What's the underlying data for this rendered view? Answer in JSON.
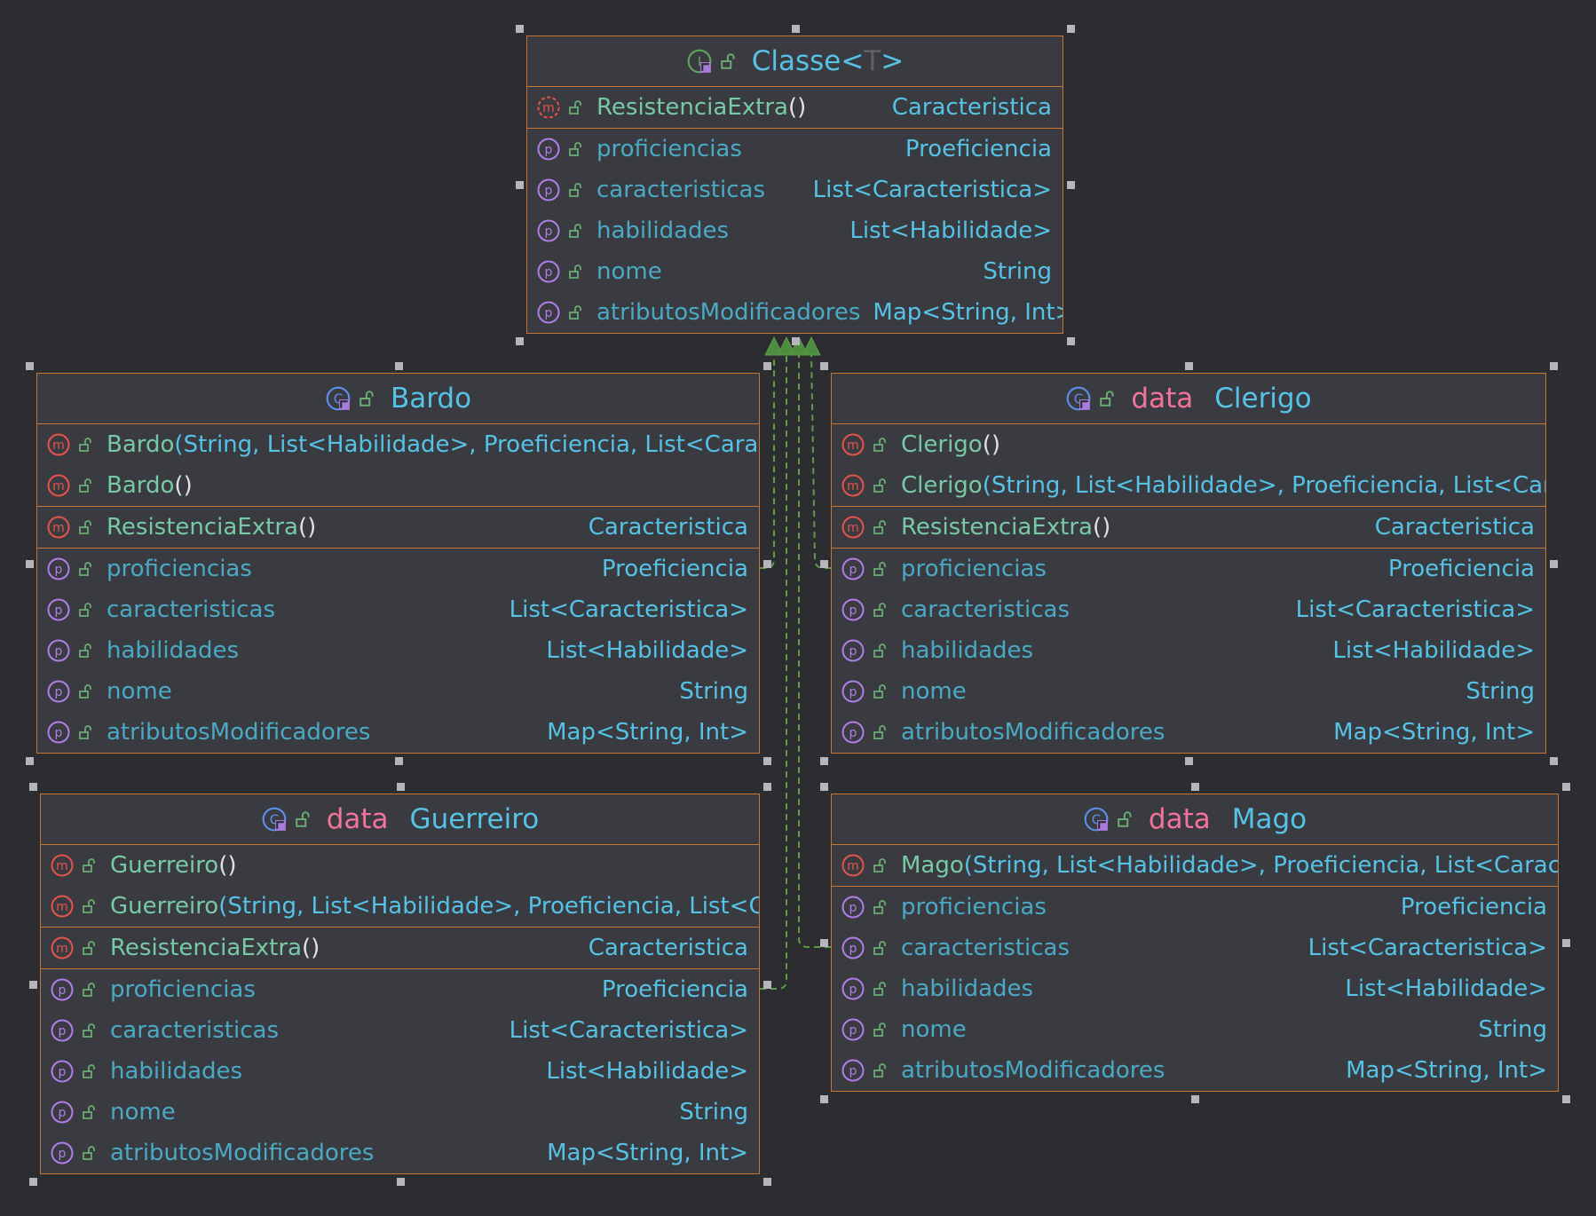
{
  "diagram": {
    "classes": [
      {
        "id": "classe",
        "kind": "interface",
        "keyword": "",
        "name": "Classe",
        "generic": "T",
        "sections": [
          [
            {
              "kind": "abstract-method",
              "name": "ResistenciaExtra",
              "parens": "()",
              "sig": "",
              "type": "Caracteristica"
            }
          ],
          [
            {
              "kind": "property",
              "name": "proficiencias",
              "type": "Proeficiencia"
            },
            {
              "kind": "property",
              "name": "caracteristicas",
              "type": "List<Caracteristica>"
            },
            {
              "kind": "property",
              "name": "habilidades",
              "type": "List<Habilidade>"
            },
            {
              "kind": "property",
              "name": "nome",
              "type": "String"
            },
            {
              "kind": "property",
              "name": "atributosModificadores",
              "type": "Map<String, Int>"
            }
          ]
        ]
      },
      {
        "id": "bardo",
        "kind": "class",
        "keyword": "",
        "name": "Bardo",
        "generic": "",
        "sections": [
          [
            {
              "kind": "method",
              "name": "Bardo",
              "parens": "",
              "sig": "(String, List<Habilidade>, Proeficiencia, List<Caracte",
              "type": ""
            },
            {
              "kind": "method",
              "name": "Bardo",
              "parens": "()",
              "sig": "",
              "type": ""
            }
          ],
          [
            {
              "kind": "method",
              "name": "ResistenciaExtra",
              "parens": "()",
              "sig": "",
              "type": "Caracteristica"
            }
          ],
          [
            {
              "kind": "property",
              "name": "proficiencias",
              "type": "Proeficiencia"
            },
            {
              "kind": "property",
              "name": "caracteristicas",
              "type": "List<Caracteristica>"
            },
            {
              "kind": "property",
              "name": "habilidades",
              "type": "List<Habilidade>"
            },
            {
              "kind": "property",
              "name": "nome",
              "type": "String"
            },
            {
              "kind": "property",
              "name": "atributosModificadores",
              "type": "Map<String, Int>"
            }
          ]
        ]
      },
      {
        "id": "clerigo",
        "kind": "class",
        "keyword": "data",
        "name": "Clerigo",
        "generic": "",
        "sections": [
          [
            {
              "kind": "method",
              "name": "Clerigo",
              "parens": "()",
              "sig": "",
              "type": ""
            },
            {
              "kind": "method",
              "name": "Clerigo",
              "parens": "",
              "sig": "(String, List<Habilidade>, Proeficiencia, List<Carac",
              "type": ""
            }
          ],
          [
            {
              "kind": "method",
              "name": "ResistenciaExtra",
              "parens": "()",
              "sig": "",
              "type": "Caracteristica"
            }
          ],
          [
            {
              "kind": "property",
              "name": "proficiencias",
              "type": "Proeficiencia"
            },
            {
              "kind": "property",
              "name": "caracteristicas",
              "type": "List<Caracteristica>"
            },
            {
              "kind": "property",
              "name": "habilidades",
              "type": "List<Habilidade>"
            },
            {
              "kind": "property",
              "name": "nome",
              "type": "String"
            },
            {
              "kind": "property",
              "name": "atributosModificadores",
              "type": "Map<String, Int>"
            }
          ]
        ]
      },
      {
        "id": "guerreiro",
        "kind": "class",
        "keyword": "data",
        "name": "Guerreiro",
        "generic": "",
        "sections": [
          [
            {
              "kind": "method",
              "name": "Guerreiro ",
              "parens": "()",
              "sig": "",
              "type": ""
            },
            {
              "kind": "method",
              "name": "Guerreiro ",
              "parens": "",
              "sig": "(String, List<Habilidade>, Proeficiencia, List<Car",
              "type": ""
            }
          ],
          [
            {
              "kind": "method",
              "name": "ResistenciaExtra",
              "parens": "()",
              "sig": "",
              "type": "Caracteristica"
            }
          ],
          [
            {
              "kind": "property",
              "name": "proficiencias",
              "type": "Proeficiencia"
            },
            {
              "kind": "property",
              "name": "caracteristicas",
              "type": "List<Caracteristica>"
            },
            {
              "kind": "property",
              "name": "habilidades",
              "type": "List<Habilidade>"
            },
            {
              "kind": "property",
              "name": "nome",
              "type": "String"
            },
            {
              "kind": "property",
              "name": "atributosModificadores",
              "type": "Map<String, Int>"
            }
          ]
        ]
      },
      {
        "id": "mago",
        "kind": "class",
        "keyword": "data",
        "name": "Mago",
        "generic": "",
        "sections": [
          [
            {
              "kind": "method",
              "name": "Mago",
              "parens": "",
              "sig": "(String, List<Habilidade>, Proeficiencia, List<Caracter",
              "type": ""
            }
          ],
          [
            {
              "kind": "property",
              "name": "proficiencias",
              "type": "Proeficiencia"
            },
            {
              "kind": "property",
              "name": "caracteristicas",
              "type": "List<Caracteristica>"
            },
            {
              "kind": "property",
              "name": "habilidades",
              "type": "List<Habilidade>"
            },
            {
              "kind": "property",
              "name": "nome",
              "type": "String"
            },
            {
              "kind": "property",
              "name": "atributosModificadores",
              "type": "Map<String, Int>"
            }
          ]
        ]
      }
    ],
    "relations": [
      {
        "from": "bardo",
        "to": "classe",
        "type": "implements"
      },
      {
        "from": "clerigo",
        "to": "classe",
        "type": "implements"
      },
      {
        "from": "guerreiro",
        "to": "classe",
        "type": "implements"
      },
      {
        "from": "mago",
        "to": "classe",
        "type": "implements"
      }
    ]
  },
  "colors": {
    "background": "#2b2d30",
    "node_fill": "#393b40",
    "node_border": "#c8752d",
    "type_text": "#56c2e6",
    "member_text": "#4aa9c4",
    "keyword": "#f3739a",
    "method_icon": "#e5534b",
    "property_icon": "#b07ee8",
    "edge": "#5d9a4a",
    "lock": "#6aab73"
  },
  "icons": {
    "interface": "interface-icon",
    "class": "class-icon",
    "method": "method-icon",
    "abstract_method": "abstract-method-icon",
    "property": "property-icon",
    "visibility": "public-lock-icon"
  }
}
